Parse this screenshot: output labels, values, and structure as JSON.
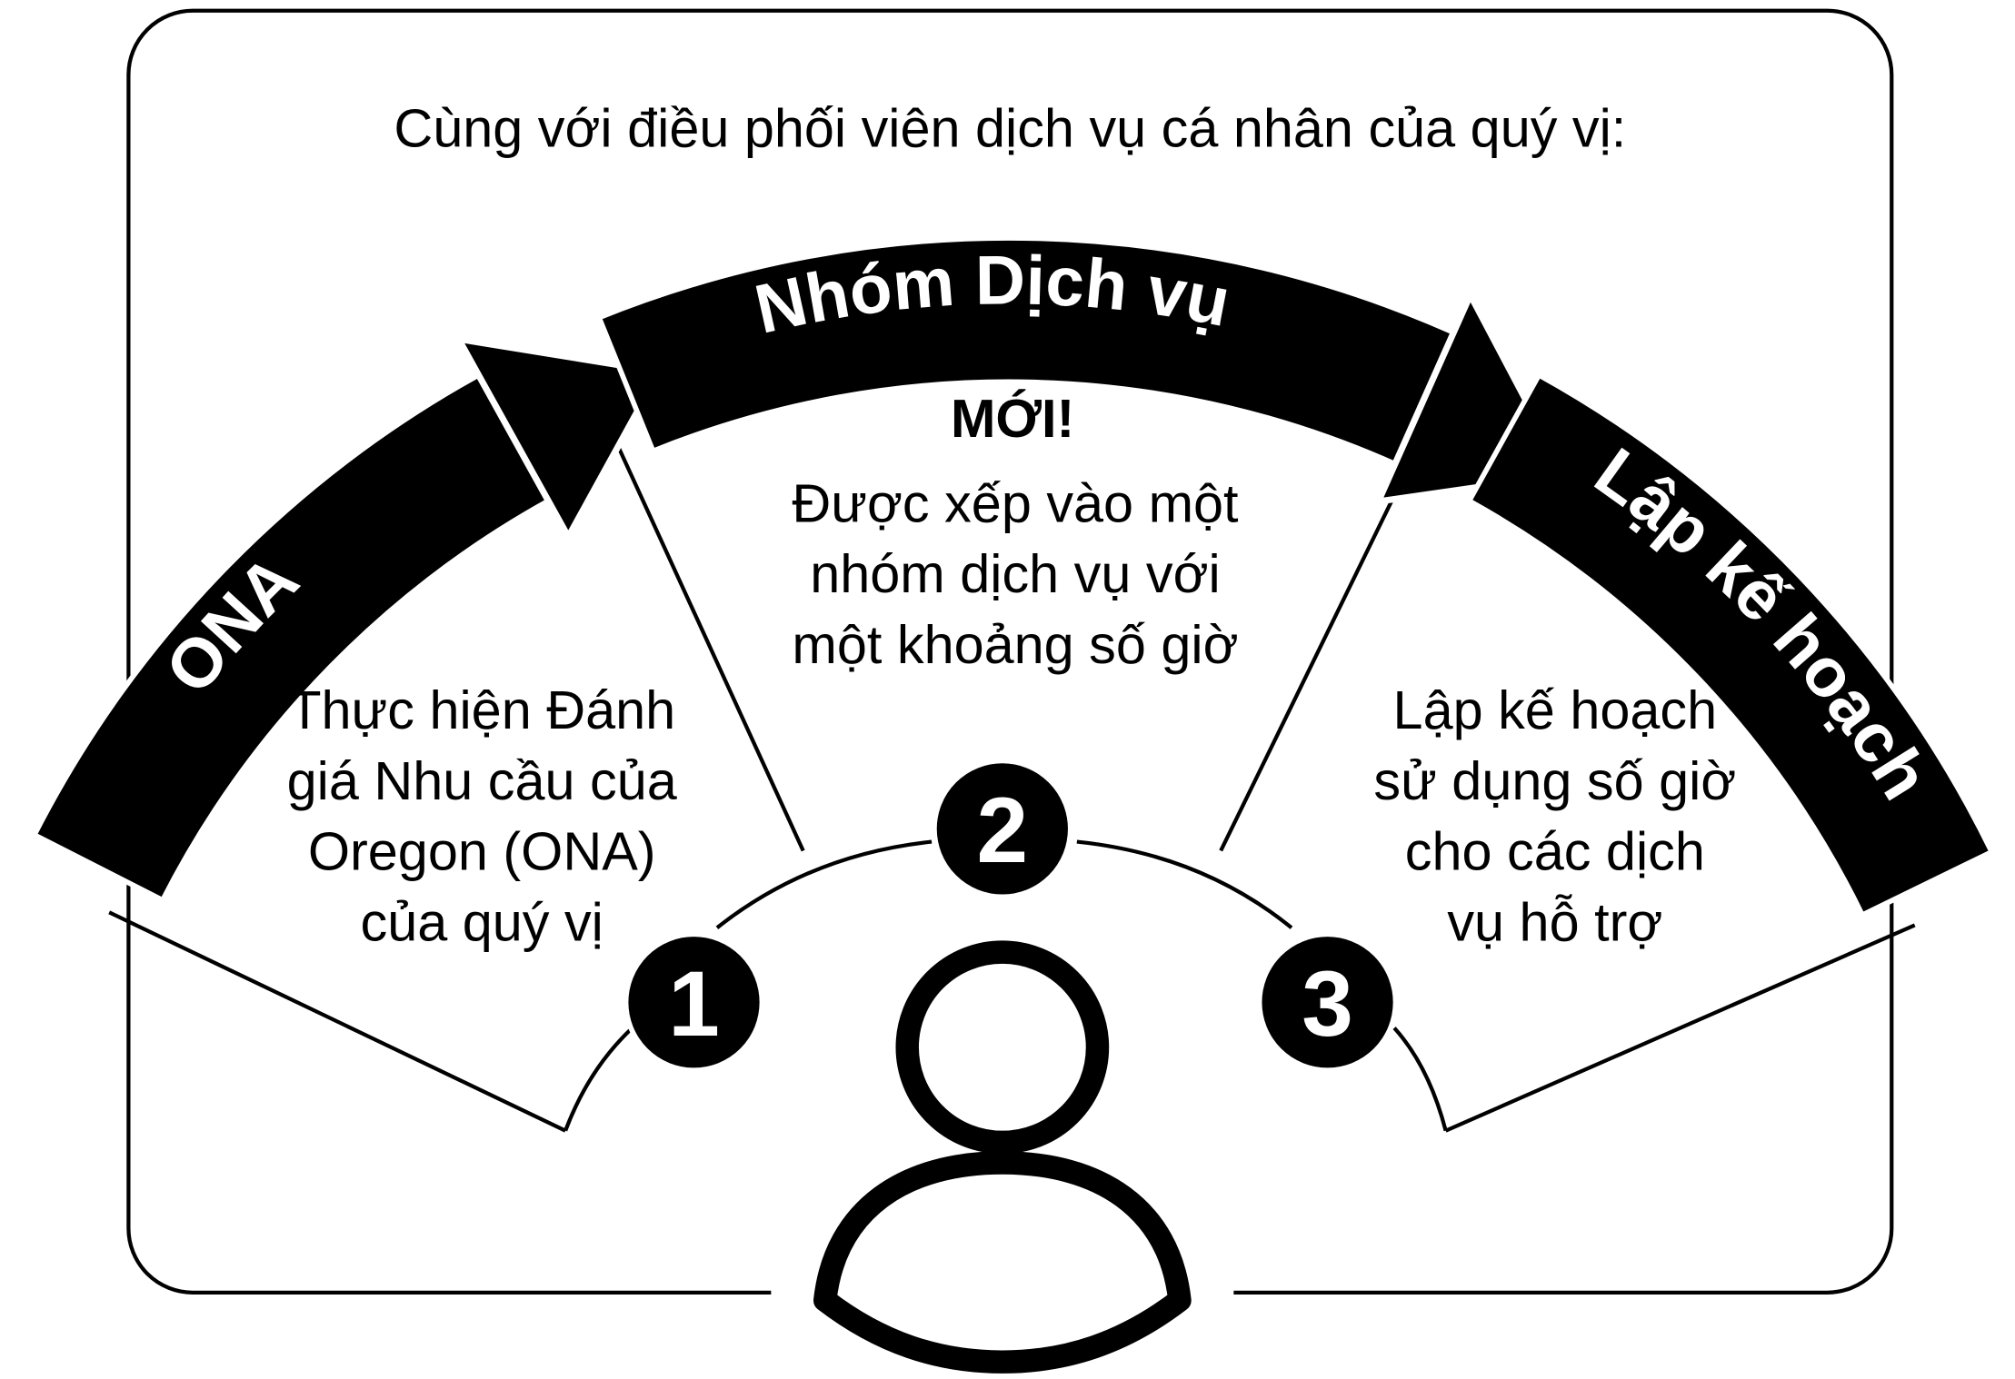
{
  "title": "Cùng với điều phối viên dịch vụ cá nhân của quý vị:",
  "band": {
    "step1_label": "ONA",
    "step2_label": "Nhóm Dịch vụ",
    "step3_label": "Lập kế hoạch"
  },
  "steps": [
    {
      "number": "1",
      "lines": [
        "Thực hiện Đánh",
        "giá Nhu cầu của",
        "Oregon (ONA)",
        "của quý vị"
      ]
    },
    {
      "number": "2",
      "badge": "MỚI!",
      "lines": [
        "Được xếp vào một",
        "nhóm dịch vụ với",
        "một khoảng số giờ"
      ]
    },
    {
      "number": "3",
      "lines": [
        "Lập kế hoạch",
        "sử dụng số giờ",
        "cho các dịch",
        "vụ hỗ trợ"
      ]
    }
  ],
  "colors": {
    "ink": "#000000",
    "paper": "#ffffff"
  }
}
